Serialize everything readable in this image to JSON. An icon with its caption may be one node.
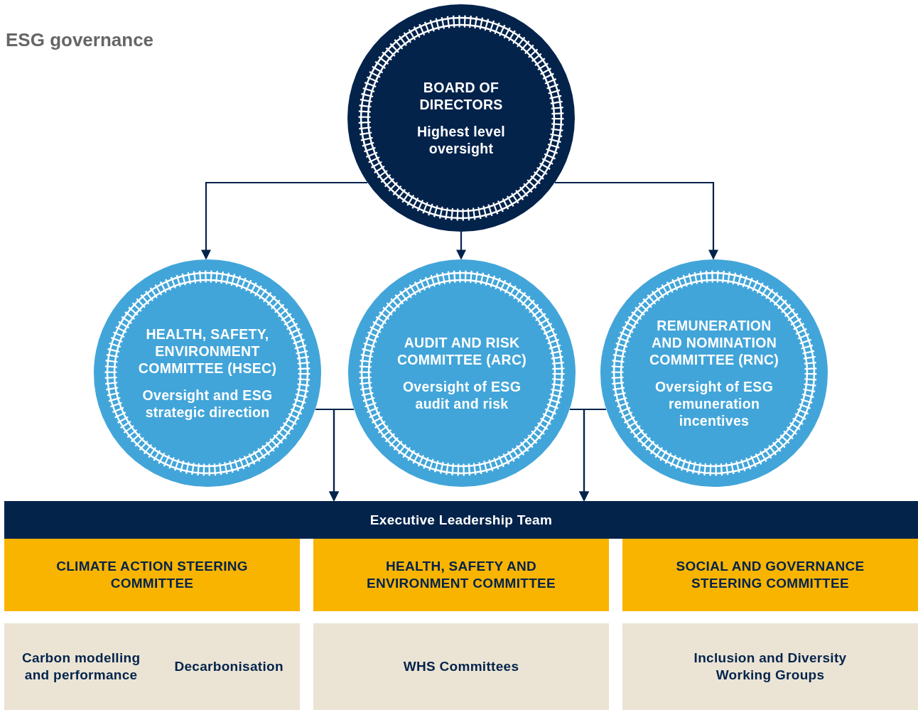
{
  "diagram": {
    "title": "ESG governance",
    "nodes": [
      {
        "text": [
          "BOARD OF DIRECTORS",
          "Highest level oversight"
        ]
      },
      {
        "text": [
          "HEALTH, SAFETY, ENVIRONMENT COMMITTEE (HSEC)",
          "Oversight and ESG strategic direction"
        ]
      },
      {
        "text": [
          "AUDIT AND RISK COMMITTEE (ARC)",
          "Oversight of ESG audit and risk"
        ]
      },
      {
        "text": [
          "REMUNERATION AND NOMINATION COMMITTEE (RNC)",
          "Oversight of ESG remuneration incentives"
        ]
      },
      {
        "text": [
          "Executive Leadership Team"
        ]
      },
      {
        "text": [
          "CLIMATE ACTION STEERING COMMITTEE"
        ]
      },
      {
        "text": [
          "HEALTH, SAFETY AND ENVIRONMENT COMMITTEE"
        ]
      },
      {
        "text": [
          "SOCIAL AND GOVERNANCE STEERING COMMITTEE"
        ]
      },
      {
        "text": [
          "Carbon modelling and performance",
          "Decarbonisation"
        ]
      },
      {
        "text": [
          "WHS Committees"
        ]
      },
      {
        "text": [
          "Inclusion and Diversity Working Groups"
        ]
      }
    ],
    "edges": [
      {
        "from": 0,
        "to": 1,
        "arrow": "to"
      },
      {
        "from": 0,
        "to": 2,
        "arrow": "to"
      },
      {
        "from": 0,
        "to": 3,
        "arrow": "to"
      },
      {
        "from": 1,
        "to": 4,
        "arrow": "to"
      },
      {
        "from": 2,
        "to": 4,
        "arrow": "to"
      },
      {
        "from": 2,
        "to": 4,
        "arrow": "to"
      },
      {
        "from": 3,
        "to": 4,
        "arrow": "to"
      }
    ]
  }
}
